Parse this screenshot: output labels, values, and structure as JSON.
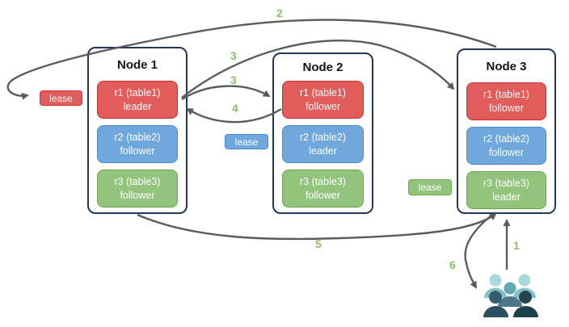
{
  "diagram": {
    "nodes": [
      {
        "title": "Node 1",
        "replicas": [
          {
            "id": "r1 (table1)",
            "role": "leader",
            "color": "red"
          },
          {
            "id": "r2 (table2)",
            "role": "follower",
            "color": "blue"
          },
          {
            "id": "r3 (table3)",
            "role": "follower",
            "color": "green"
          }
        ]
      },
      {
        "title": "Node 2",
        "replicas": [
          {
            "id": "r1 (table1)",
            "role": "follower",
            "color": "red"
          },
          {
            "id": "r2 (table2)",
            "role": "leader",
            "color": "blue"
          },
          {
            "id": "r3 (table3)",
            "role": "follower",
            "color": "green"
          }
        ]
      },
      {
        "title": "Node 3",
        "replicas": [
          {
            "id": "r1 (table1)",
            "role": "follower",
            "color": "red"
          },
          {
            "id": "r2 (table2)",
            "role": "follower",
            "color": "blue"
          },
          {
            "id": "r3 (table3)",
            "role": "leader",
            "color": "green"
          }
        ]
      }
    ],
    "leases": [
      {
        "label": "lease",
        "color": "red"
      },
      {
        "label": "lease",
        "color": "blue"
      },
      {
        "label": "lease",
        "color": "green"
      }
    ],
    "steps": {
      "s1": "1",
      "s2": "2",
      "s3a": "3",
      "s3b": "3",
      "s4": "4",
      "s5": "5",
      "s6": "6"
    },
    "icons": {
      "users_group": "users-group-icon"
    },
    "colors": {
      "replica_red": "#e05d5b",
      "replica_red_border": "#cf2e2e",
      "replica_blue": "#6fa8dc",
      "replica_blue_border": "#4a8bd0",
      "replica_green": "#93c47d",
      "replica_green_border": "#6aa84f",
      "node_border": "#24365c",
      "arrow": "#5b5b5b",
      "step_label": "#8cbf69",
      "users_light": "#a9d8dd",
      "users_mid": "#4b7787",
      "users_dark": "#2d4f60"
    }
  }
}
